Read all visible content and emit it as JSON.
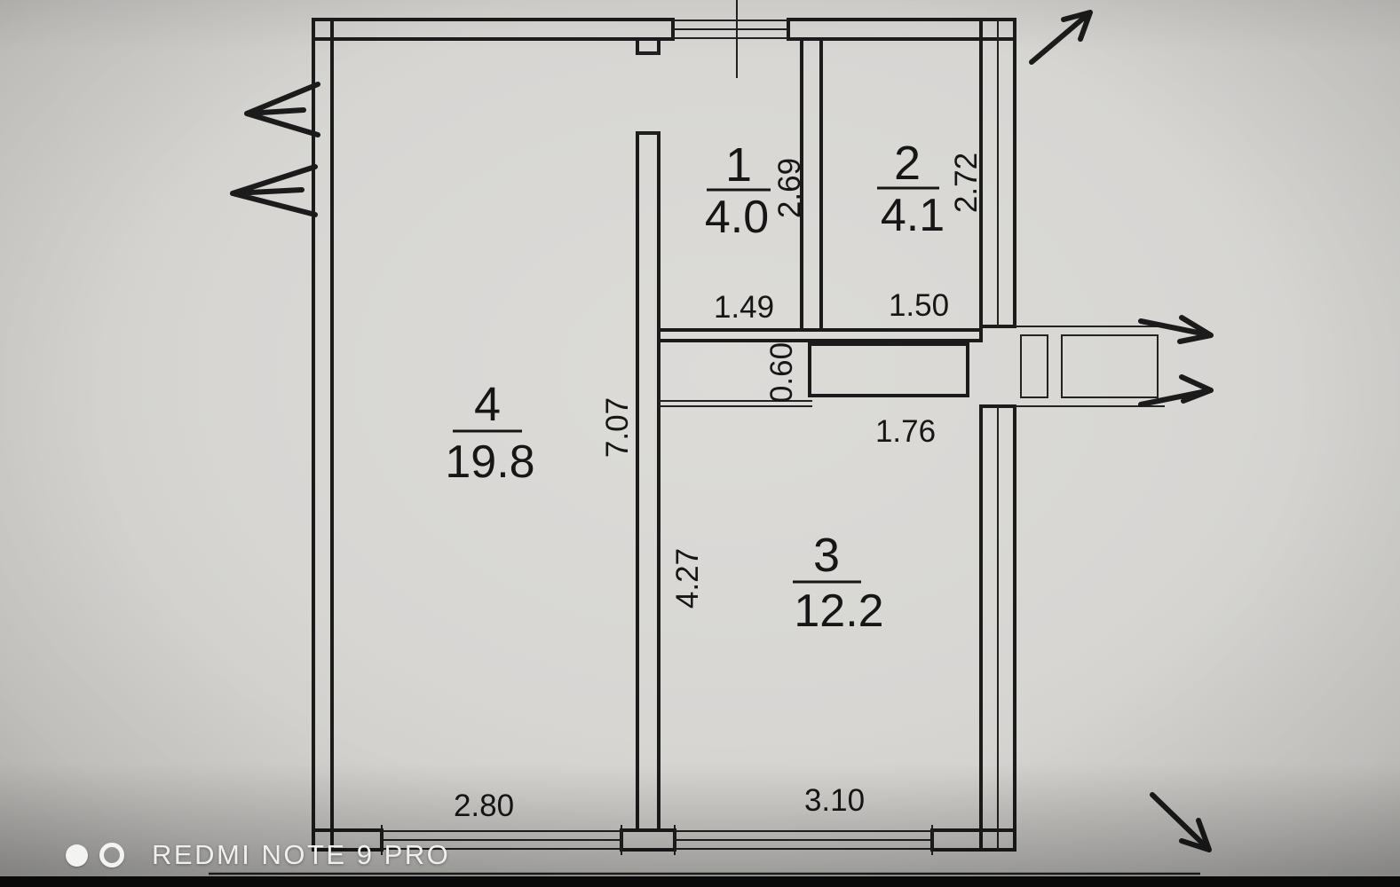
{
  "colors": {
    "paper": "#d7d6d3",
    "ink": "#1b1b1b",
    "watermark": "#f3f3f1"
  },
  "watermark": {
    "brand": "REDMI NOTE 9 PRO"
  },
  "rooms": [
    {
      "number": "1",
      "area": "4.0"
    },
    {
      "number": "2",
      "area": "4.1"
    },
    {
      "number": "3",
      "area": "12.2"
    },
    {
      "number": "4",
      "area": "19.8"
    }
  ],
  "dims": {
    "room1_width": "1.49",
    "room1_depth": "2.69",
    "room2_width": "1.50",
    "room2_depth": "2.72",
    "room3_width": "3.10",
    "room3_depth": "4.27",
    "room4_width": "2.80",
    "room4_depth": "7.07",
    "hall_depth": "0.60",
    "hall_width": "1.76"
  }
}
